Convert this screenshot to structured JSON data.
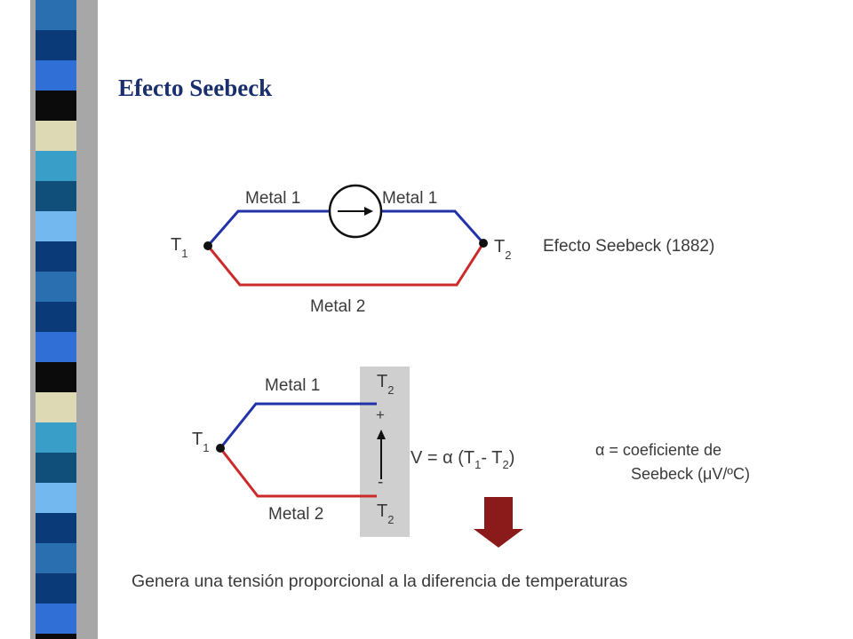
{
  "slide": {
    "title": "Efecto Seebeck"
  },
  "colors": {
    "title": "#1a2f6e",
    "metal1_wire": "#2233aa",
    "metal2_wire": "#cc2a2a",
    "arrow_fill": "#8b1a1a",
    "meter_panel": "#cfcfcf",
    "sidebar": [
      "#2a6fb0",
      "#0a3a78",
      "#2f6fd6",
      "#0b0b0b",
      "#ddd9b4",
      "#3a9fc8",
      "#0f4f7a",
      "#74b8f0",
      "#0a3a78"
    ]
  },
  "diagram_top": {
    "metal1_left": "Metal 1",
    "metal1_right": "Metal 1",
    "metal2": "Metal 2",
    "t1_base": "T",
    "t1_sub": "1",
    "t2_base": "T",
    "t2_sub": "2",
    "caption": "Efecto Seebeck (1882)",
    "meter_icon": "arrow-right-icon"
  },
  "diagram_bottom": {
    "metal1": "Metal 1",
    "metal2": "Metal 2",
    "t1_base": "T",
    "t1_sub": "1",
    "t2_top_base": "T",
    "t2_top_sub": "2",
    "t2_bottom_base": "T",
    "t2_bottom_sub": "2",
    "plus": "+",
    "minus": "-",
    "eq_prefix": "V = α (T",
    "eq_sub1": "1",
    "eq_mid": "- T",
    "eq_sub2": "2",
    "eq_suffix": ")",
    "alpha_line1": "α = coeficiente de",
    "alpha_line2": "Seebeck (μV/ºC)"
  },
  "bottom_caption": "Genera una tensión proporcional a la diferencia de temperaturas"
}
